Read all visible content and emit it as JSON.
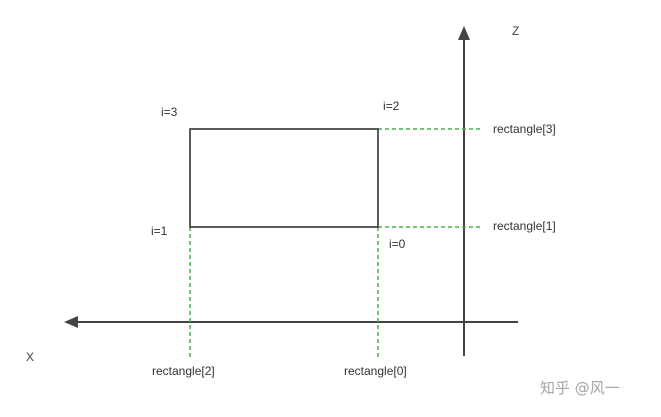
{
  "diagram": {
    "axis_x_label": "X",
    "axis_z_label": "Z",
    "corner_labels": {
      "i0": "i=0",
      "i1": "i=1",
      "i2": "i=2",
      "i3": "i=3"
    },
    "projection_labels": {
      "r0": "rectangle[0]",
      "r1": "rectangle[1]",
      "r2": "rectangle[2]",
      "r3": "rectangle[3]"
    }
  },
  "watermark": "知乎 @风一",
  "colors": {
    "axis": "#444444",
    "rectangle": "#333333",
    "projection": "#4caf50"
  }
}
